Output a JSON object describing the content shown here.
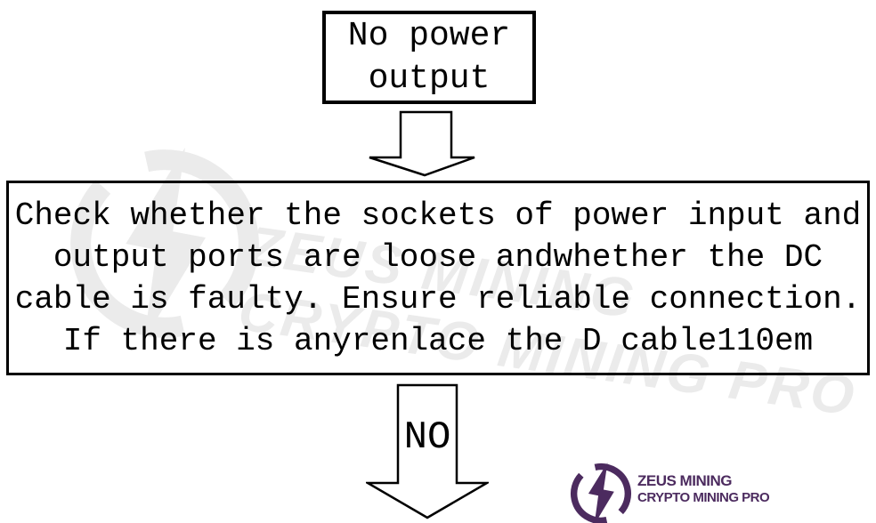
{
  "flowchart": {
    "start_box": {
      "line1": "No power",
      "line2": "output"
    },
    "process_box": {
      "line1": "Check whether the sockets of power input and",
      "line2": "output ports are loose andwhether the DC",
      "line3": "cable is faulty. Ensure reliable connection.",
      "line4": "If there is anyrenlace the D cable110em"
    },
    "arrow2_label": "NO"
  },
  "watermark": {
    "line1": "ZEUS MINING",
    "line2": "CRYPTO MINING PRO"
  },
  "brand_logo": {
    "line1": "ZEUS MINING",
    "line2": "CRYPTO MINING PRO"
  },
  "colors": {
    "ink": "#000000",
    "accent_purple": "#4c2b5f",
    "watermark_gray": "#ebebeb"
  }
}
